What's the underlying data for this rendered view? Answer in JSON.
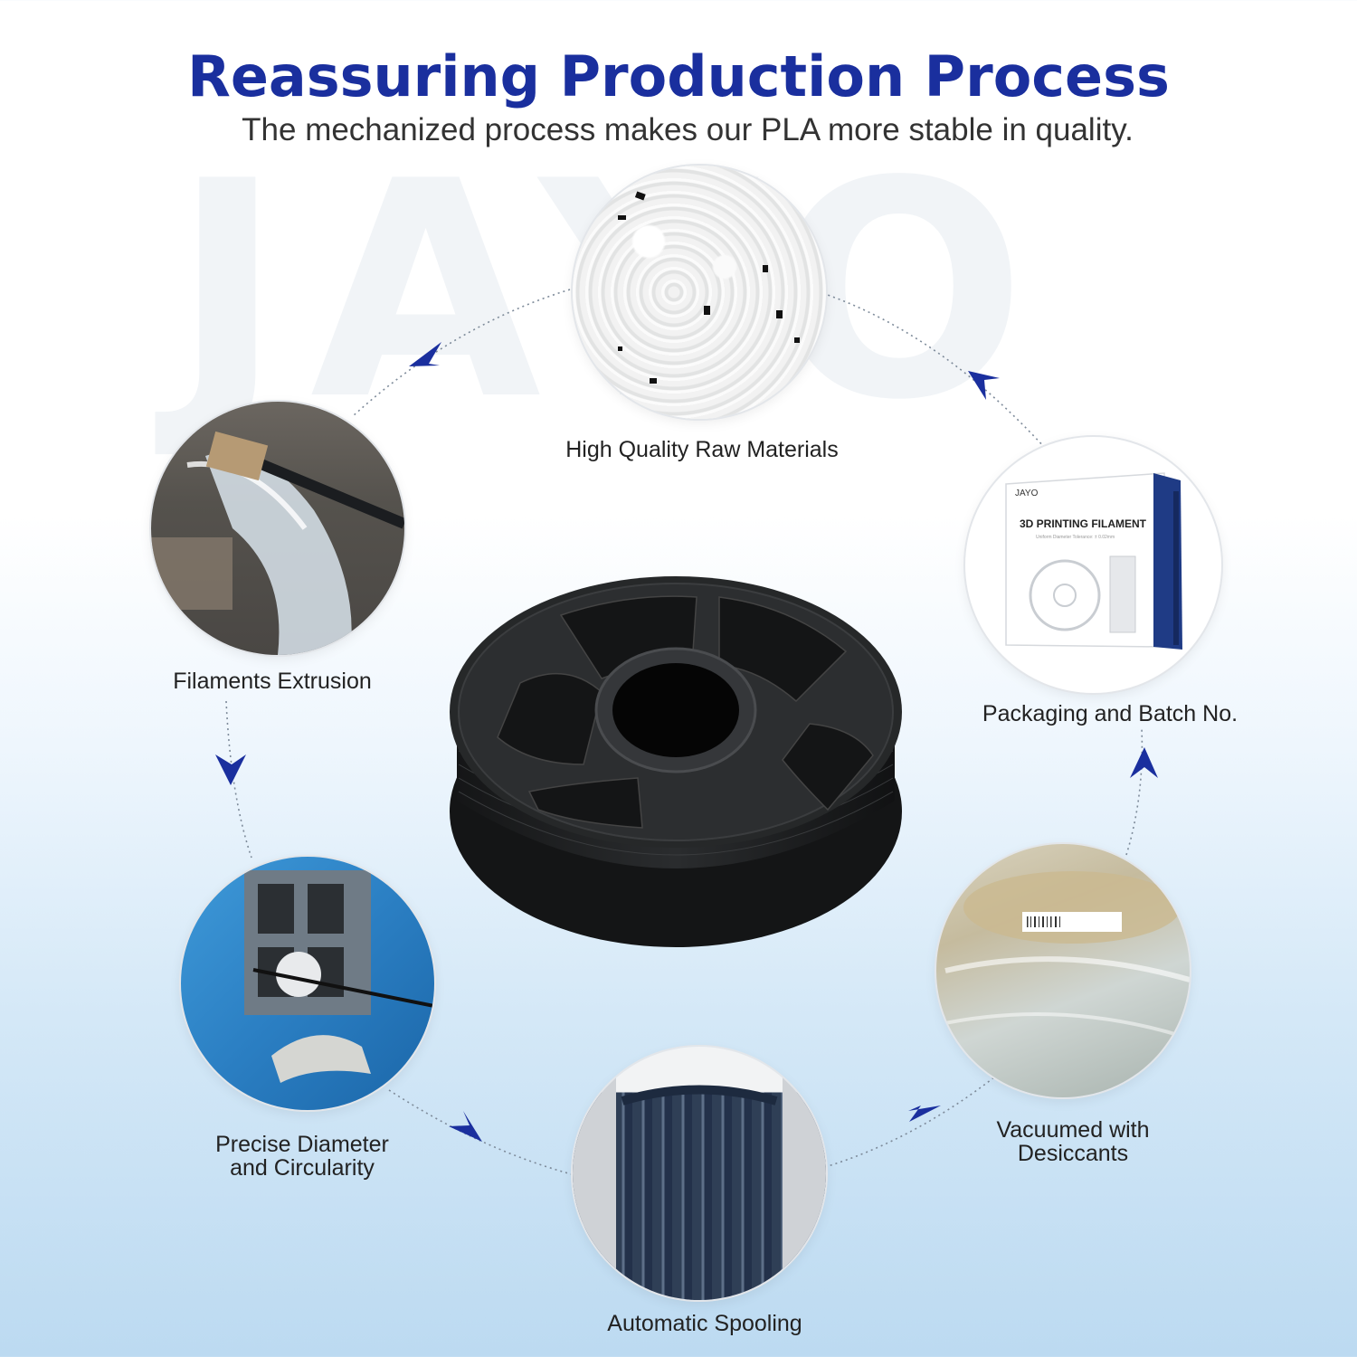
{
  "header": {
    "title": "Reassuring Production Process",
    "subtitle": "The mechanized process makes our PLA more stable in quality."
  },
  "watermark": "JAYO",
  "accent_color": "#1a2f9e",
  "steps": [
    {
      "label": "High Quality Raw Materials"
    },
    {
      "label": "Packaging and Batch No."
    },
    {
      "label": "Vacuumed with Desiccants"
    },
    {
      "label": "Automatic Spooling"
    },
    {
      "label": "Precise Diameter and Circularity"
    },
    {
      "label": "Filaments Extrusion"
    }
  ],
  "package": {
    "brand": "JAYO",
    "product": "3D PRINTING FILAMENT",
    "note": "Uniform Diameter Tolerance: ± 0.02mm"
  }
}
